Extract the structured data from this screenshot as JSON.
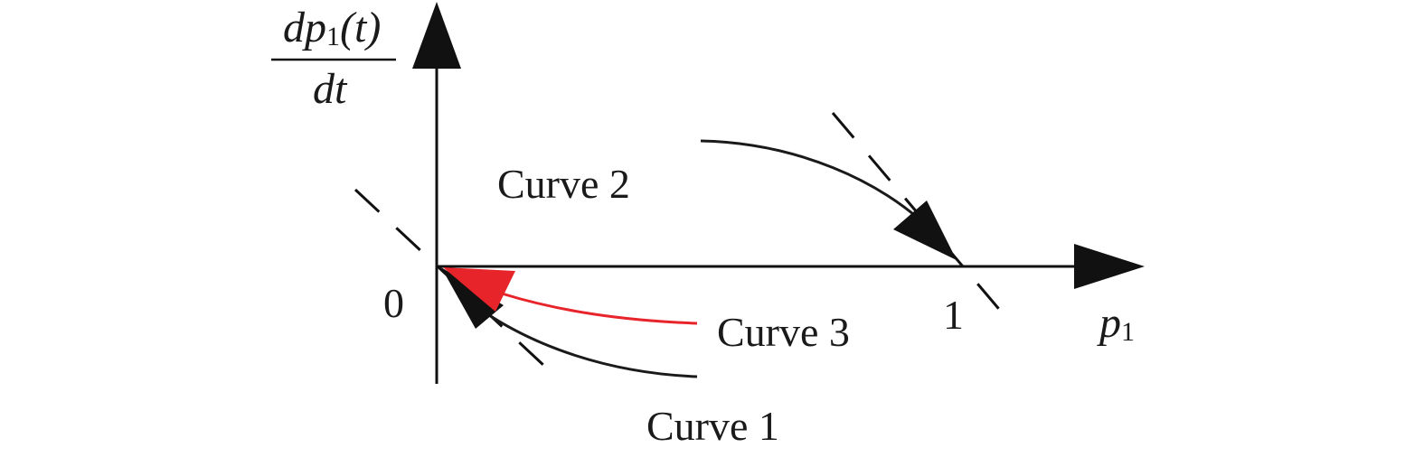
{
  "diagram": {
    "y_axis_label": {
      "numerator_d": "d",
      "numerator_p": "p",
      "numerator_sub": "1",
      "numerator_rest": "(t)",
      "denominator": "dt"
    },
    "x_axis_label": {
      "var": "p",
      "sub": "1"
    },
    "origin_label": "0",
    "x_tick_label": "1",
    "curves": [
      {
        "id": "curve-1",
        "label": "Curve 1",
        "color": "#1a1a1a"
      },
      {
        "id": "curve-2",
        "label": "Curve 2",
        "color": "#1a1a1a"
      },
      {
        "id": "curve-3",
        "label": "Curve 3",
        "color": "#e8242b"
      }
    ],
    "colors": {
      "axis": "#111111",
      "dashed": "#111111",
      "curve3_arrow": "#e8242b"
    }
  }
}
